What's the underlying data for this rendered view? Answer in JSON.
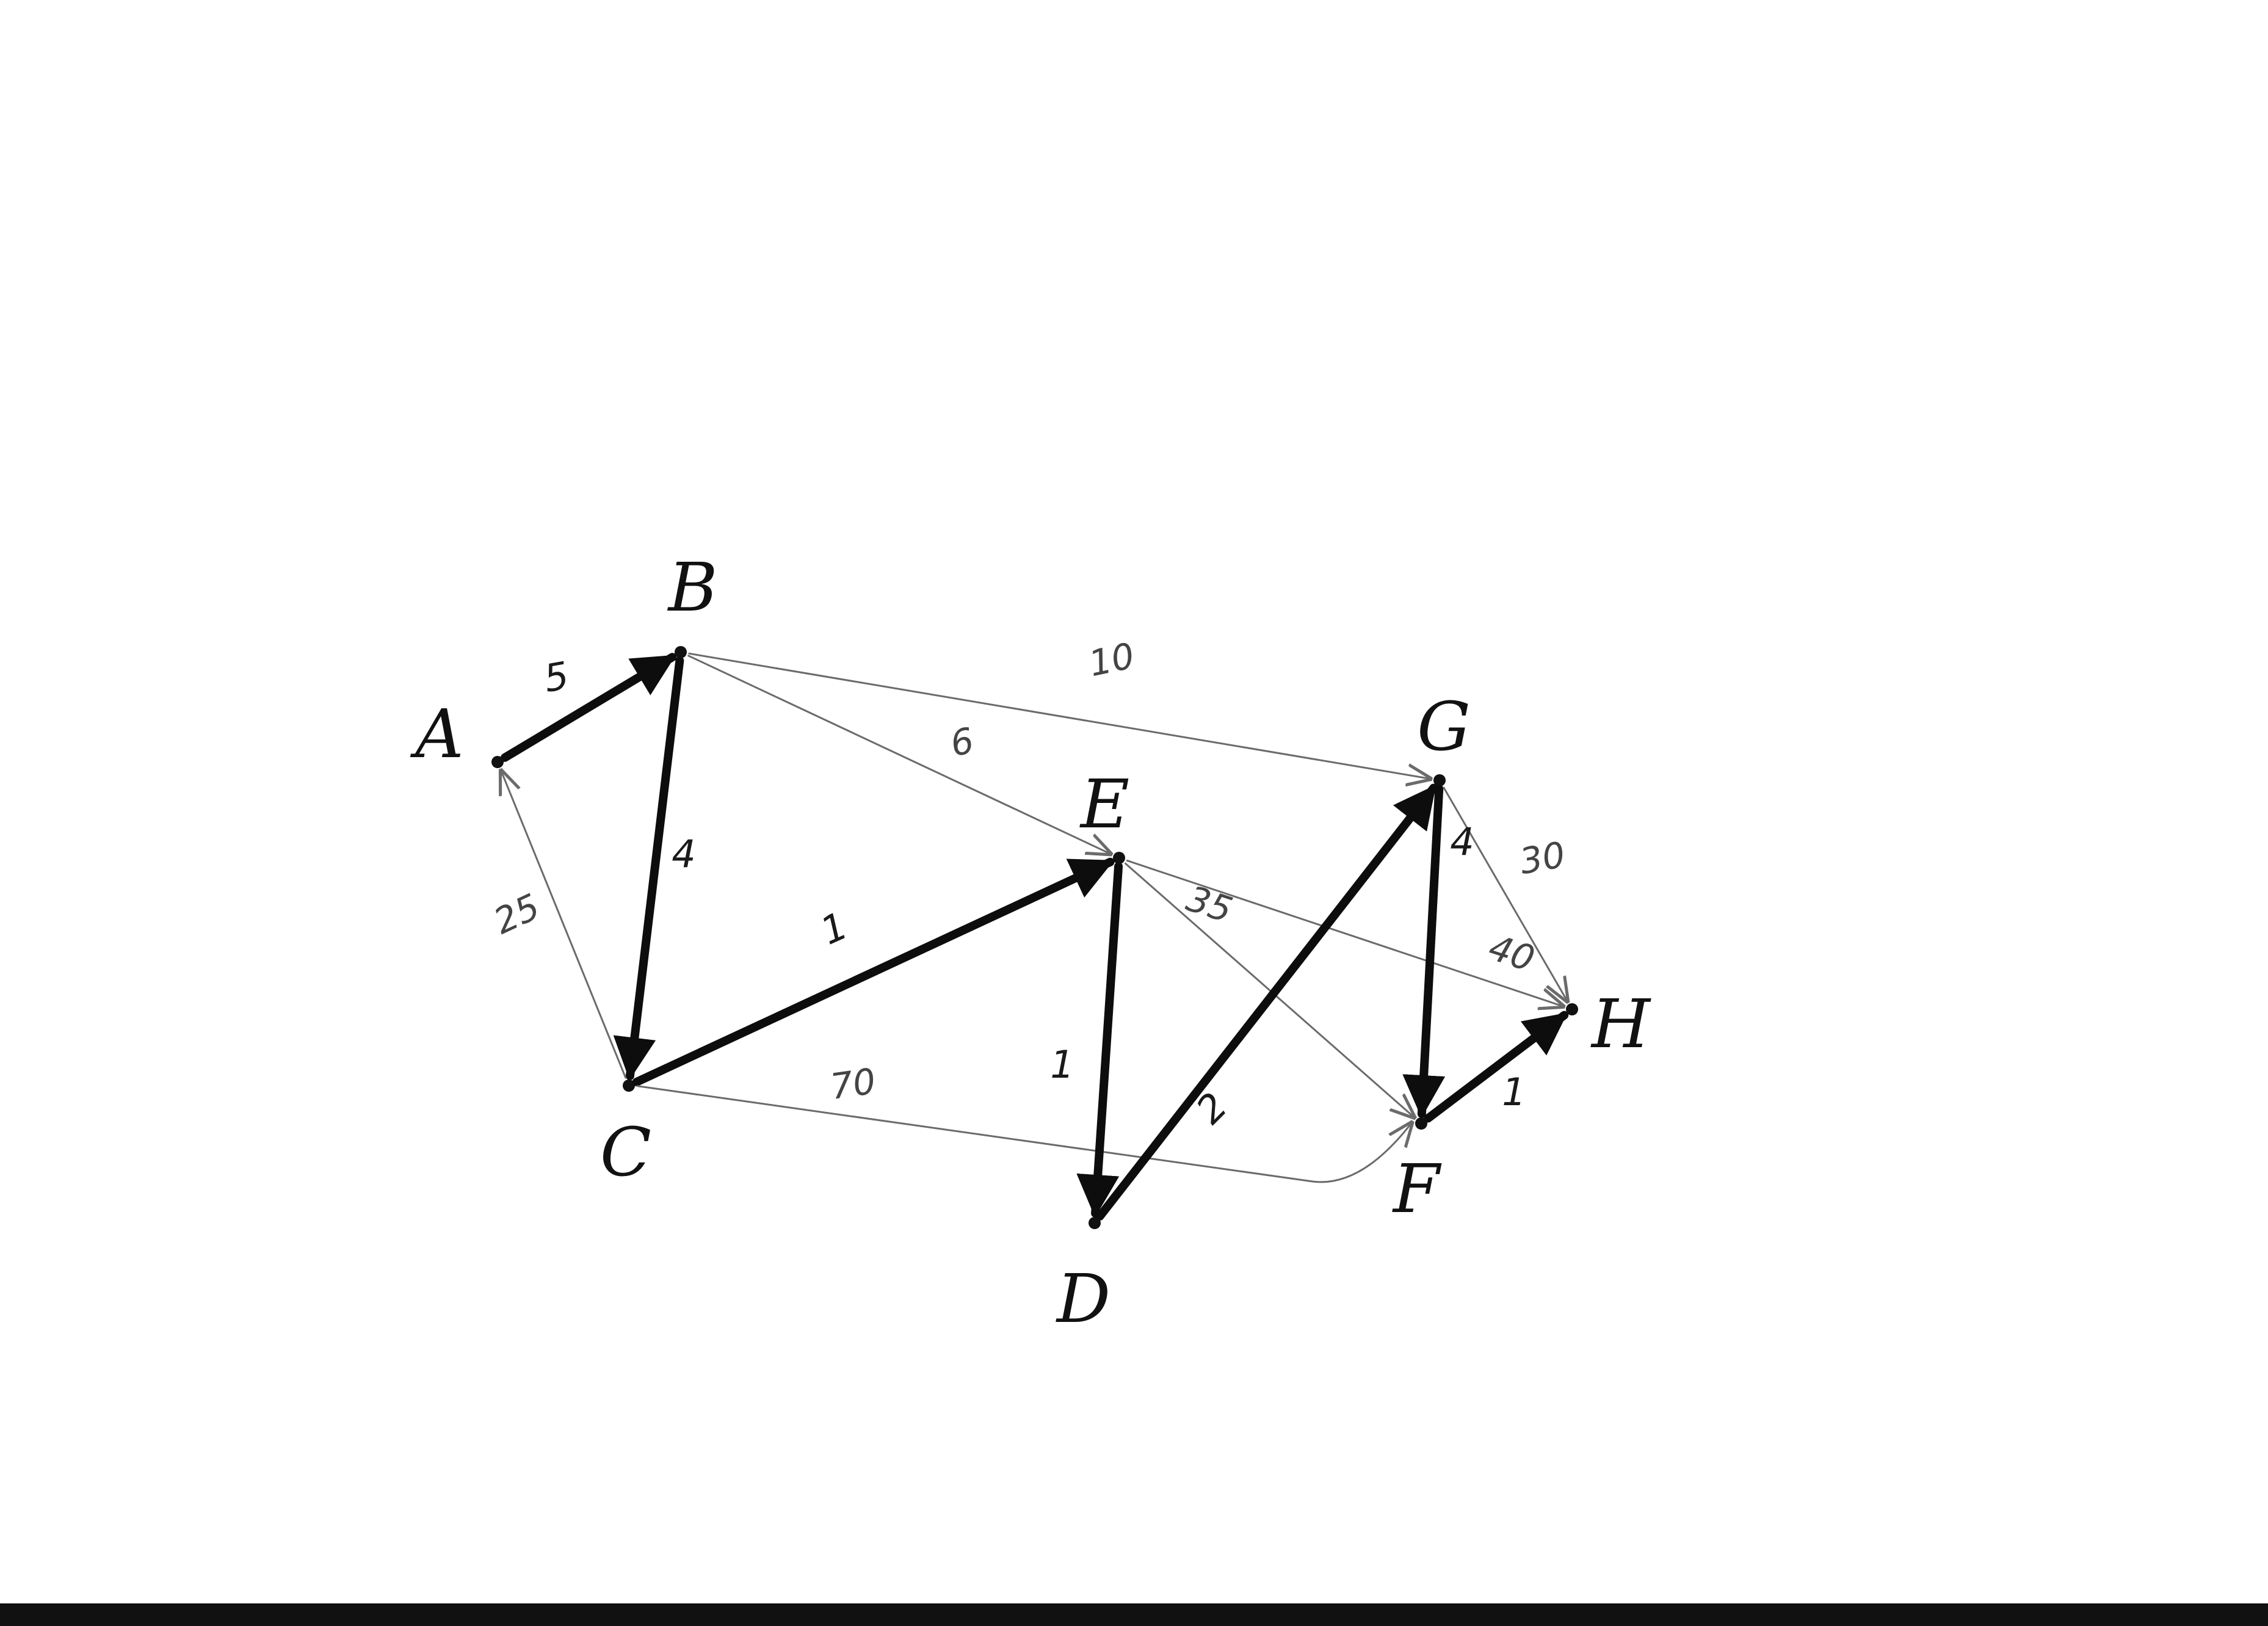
{
  "nodes": [
    {
      "id": "A",
      "label": "A"
    },
    {
      "id": "B",
      "label": "B"
    },
    {
      "id": "C",
      "label": "C"
    },
    {
      "id": "D",
      "label": "D"
    },
    {
      "id": "E",
      "label": "E"
    },
    {
      "id": "F",
      "label": "F"
    },
    {
      "id": "G",
      "label": "G"
    },
    {
      "id": "H",
      "label": "H"
    }
  ],
  "edges": [
    {
      "from": "A",
      "to": "B",
      "weight": "5",
      "highlighted": true
    },
    {
      "from": "B",
      "to": "C",
      "weight": "4",
      "highlighted": true
    },
    {
      "from": "C",
      "to": "A",
      "weight": "25",
      "highlighted": false
    },
    {
      "from": "B",
      "to": "G",
      "weight": "10",
      "highlighted": false
    },
    {
      "from": "B",
      "to": "E",
      "weight": "6",
      "highlighted": false
    },
    {
      "from": "C",
      "to": "E",
      "weight": "1",
      "highlighted": true
    },
    {
      "from": "C",
      "to": "F",
      "weight": "70",
      "highlighted": false
    },
    {
      "from": "E",
      "to": "D",
      "weight": "1",
      "highlighted": true
    },
    {
      "from": "E",
      "to": "H",
      "weight": "35",
      "highlighted": false
    },
    {
      "from": "E",
      "to": "F",
      "weight": "40",
      "highlighted": false
    },
    {
      "from": "D",
      "to": "G",
      "weight": "2",
      "highlighted": true
    },
    {
      "from": "G",
      "to": "F",
      "weight": "4",
      "highlighted": true
    },
    {
      "from": "G",
      "to": "H",
      "weight": "30",
      "highlighted": false
    },
    {
      "from": "F",
      "to": "H",
      "weight": "1",
      "highlighted": true
    }
  ]
}
